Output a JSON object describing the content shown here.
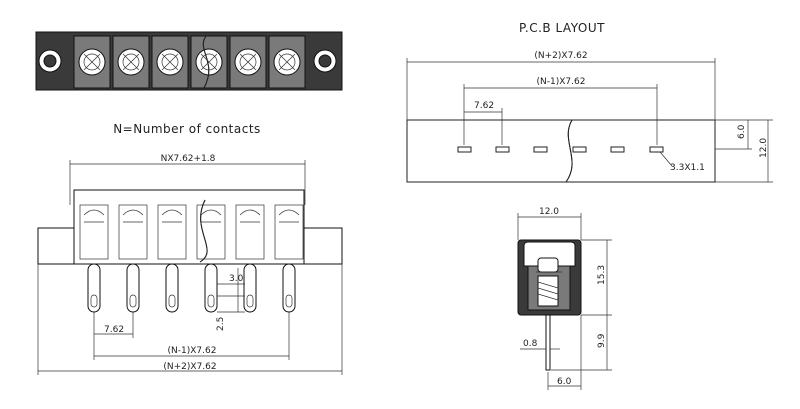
{
  "title_pcb": "P.C.B LAYOUT",
  "note": "N=Number of contacts",
  "dims": {
    "front_top": "NX7.62+1.8",
    "front_pitch": "7.62",
    "front_n_minus_1": "(N-1)X7.62",
    "front_n_plus_2": "(N+2)X7.62",
    "front_pin_dim_a": "3.0",
    "front_pin_dim_b": "2.5",
    "pcb_n_plus_2": "(N+2)X7.62",
    "pcb_n_minus_1": "(N-1)X7.62",
    "pcb_pitch": "7.62",
    "pcb_row": "6.0",
    "pcb_height": "12.0",
    "pcb_hole": "3.3X1.1",
    "side_width": "12.0",
    "side_height": "15.3",
    "side_pin_len": "9.9",
    "side_pin_thk": "0.8",
    "side_offset": "6.0"
  },
  "colors": {
    "ink": "#222222",
    "body": "#3a3a3a",
    "screw": "#7a7a7a"
  }
}
